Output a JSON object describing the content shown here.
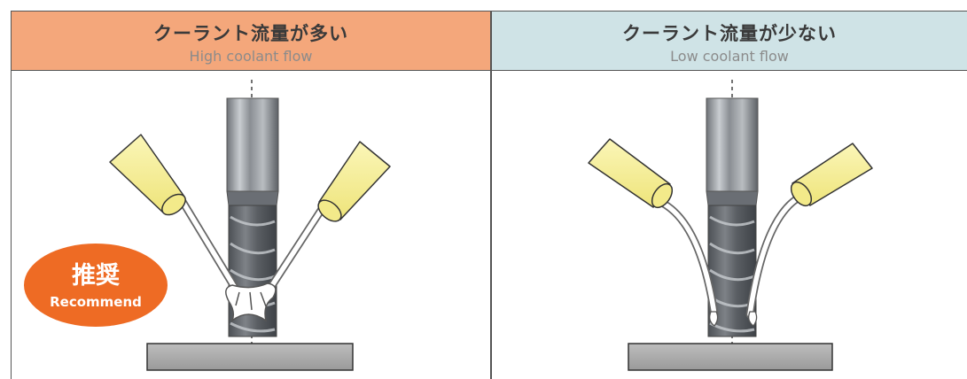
{
  "left_panel": {
    "title_jp": "クーラント流量が多い",
    "title_en": "High coolant flow",
    "header_color": "#f4a77b",
    "badge": {
      "jp": "推奨",
      "en": "Recommend",
      "color": "#ee6b24"
    }
  },
  "right_panel": {
    "title_jp": "クーラント流量が少ない",
    "title_en": "Low coolant flow",
    "header_color": "#cfe3e6"
  },
  "colors": {
    "nozzle_fill": "#f6ef91",
    "workpiece": "#a7a7a7",
    "tool_shank": "#8f9398"
  }
}
